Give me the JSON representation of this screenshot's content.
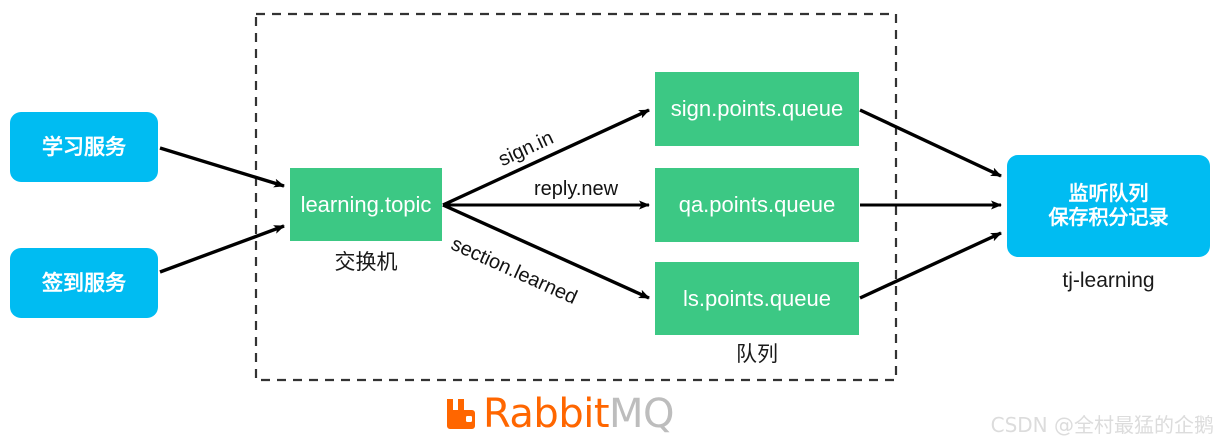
{
  "diagram": {
    "title": "RabbitMQ topic exchange routing diagram",
    "colors": {
      "blue": "#00BCF2",
      "green": "#3CC884",
      "arrow": "#000000",
      "dashed_border": "#333333",
      "logo_orange": "#FF6600",
      "logo_gray": "#BDBDBD",
      "watermark": "#DCDCDC"
    },
    "producers": [
      {
        "label": "学习服务"
      },
      {
        "label": "签到服务"
      }
    ],
    "exchange": {
      "label": "learning.topic",
      "caption": "交换机"
    },
    "queues": [
      {
        "label": "sign.points.queue"
      },
      {
        "label": "qa.points.queue"
      },
      {
        "label": "ls.points.queue"
      }
    ],
    "queues_caption": "队列",
    "routing_keys": [
      {
        "label": "sign.in"
      },
      {
        "label": "reply.new"
      },
      {
        "label": "section.learned"
      }
    ],
    "consumer": {
      "line1": "监听队列",
      "line2": "保存积分记录",
      "caption": "tj-learning"
    },
    "logo": {
      "icon": "rabbit-icon",
      "text_primary": "Rabbit",
      "text_secondary": "MQ"
    },
    "watermark": "CSDN @全村最猛的企鹅"
  }
}
